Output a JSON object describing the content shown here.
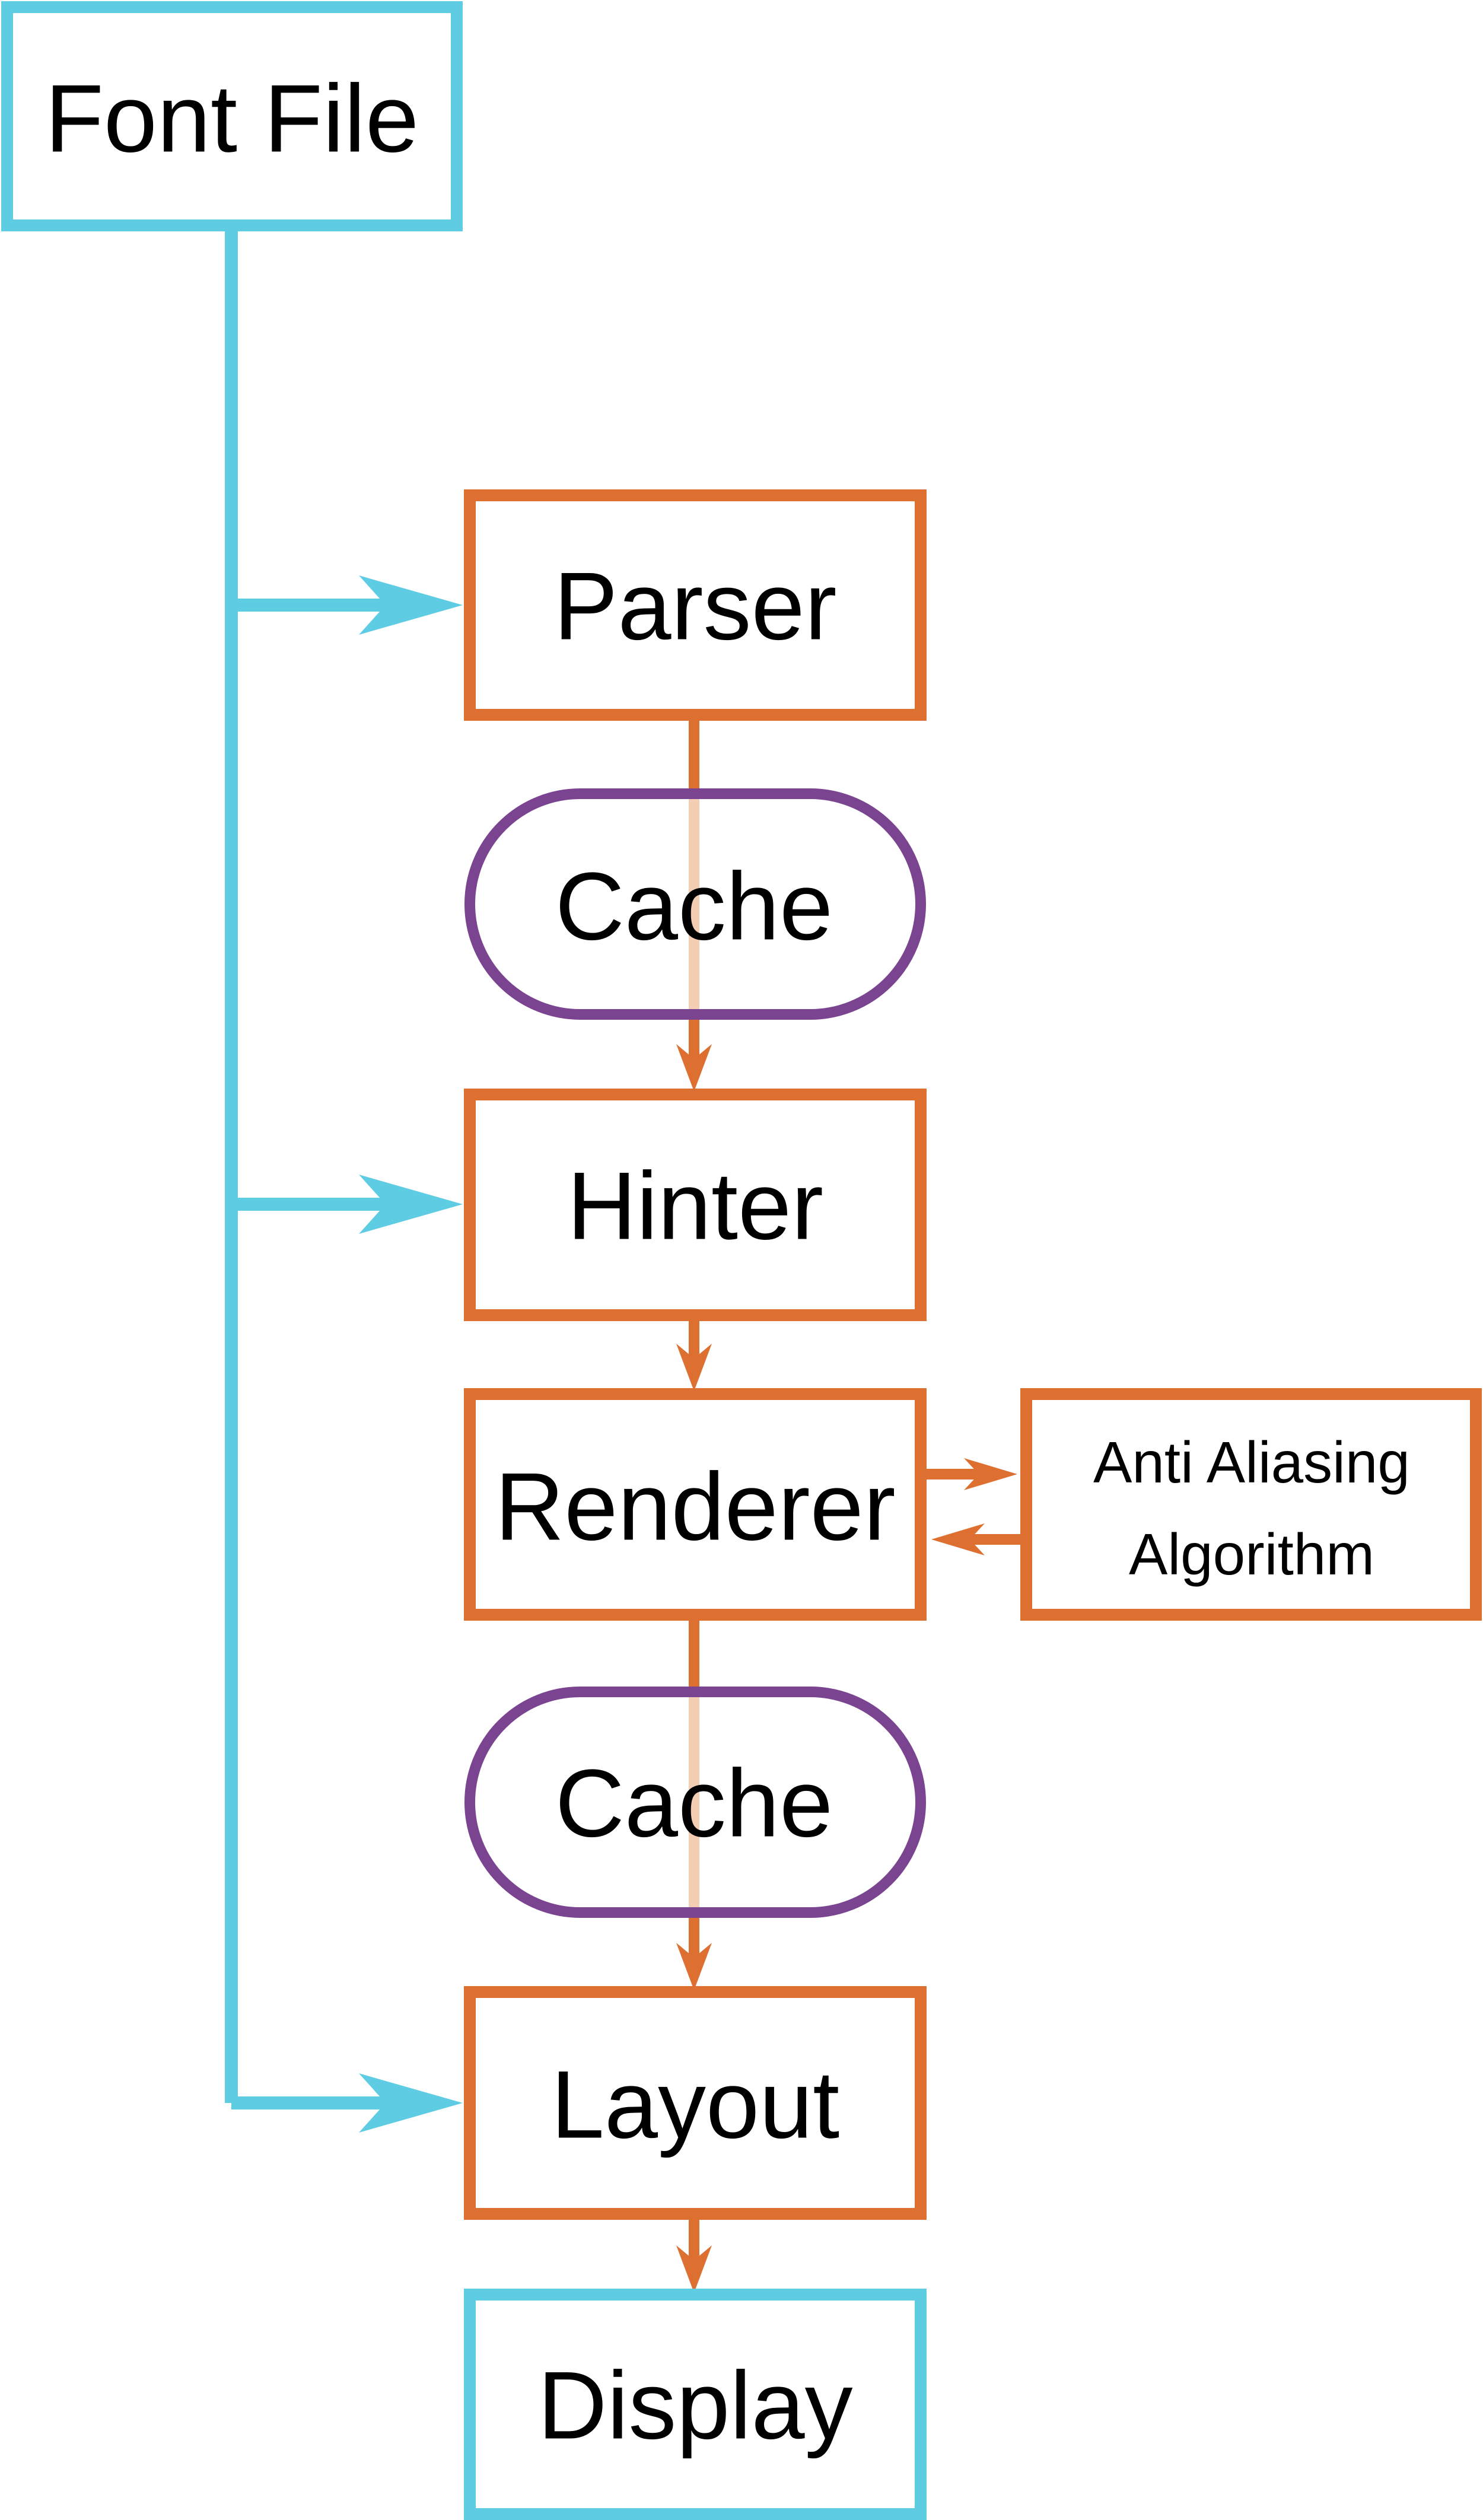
{
  "nodes": {
    "font_file": "Font File",
    "parser": "Parser",
    "cache_1": "Cache",
    "hinter": "Hinter",
    "renderer": "Renderer",
    "anti_aliasing_line1": "Anti Aliasing",
    "anti_aliasing_line2": "Algorithm",
    "cache_2": "Cache",
    "layout": "Layout",
    "display": "Display"
  },
  "colors": {
    "io_box": "#5ecde3",
    "process_box": "#dd7030",
    "cache_box": "#7a4490",
    "cache_pass_line": "#f3cdb4",
    "background": "#ffffff"
  }
}
